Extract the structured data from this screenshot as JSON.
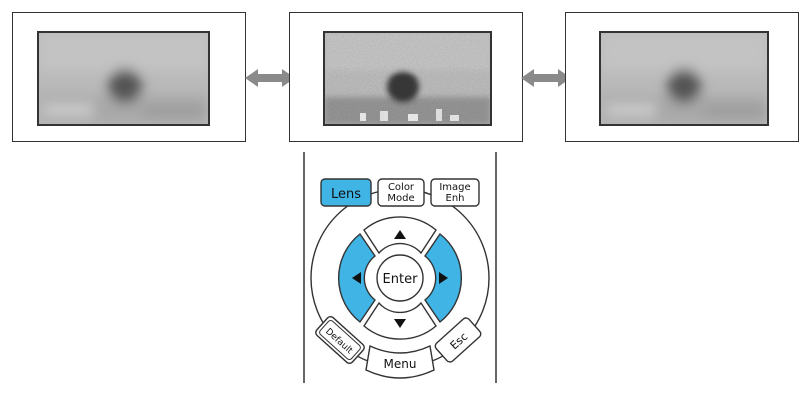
{
  "frames": [
    {
      "id": "soft",
      "state": "blurred"
    },
    {
      "id": "sharp",
      "state": "noisy"
    },
    {
      "id": "soft2",
      "state": "blurred"
    }
  ],
  "remote": {
    "buttons": {
      "lens": "Lens",
      "color_mode_line1": "Color",
      "color_mode_line2": "Mode",
      "image_enh_line1": "Image",
      "image_enh_line2": "Enh",
      "enter": "Enter",
      "default": "Default",
      "menu": "Menu",
      "esc": "Esc"
    }
  },
  "colors": {
    "highlight": "#3fb4e5",
    "stroke": "#333333",
    "arrow": "#8a8a8a"
  },
  "icons": {
    "double_arrow": "double-arrow-icon",
    "up": "triangle-up-icon",
    "down": "triangle-down-icon",
    "left": "triangle-left-icon",
    "right": "triangle-right-icon"
  }
}
